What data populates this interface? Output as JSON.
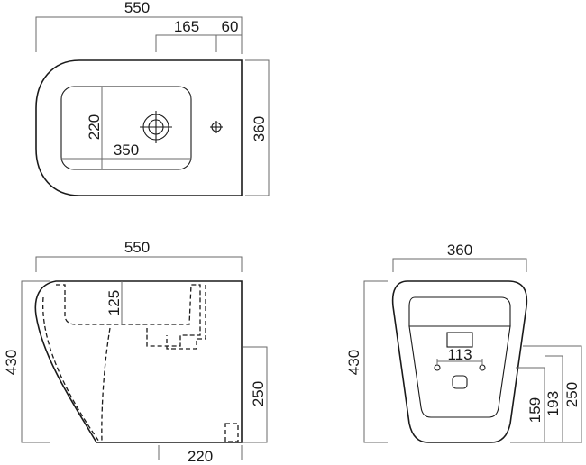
{
  "top_view": {
    "dims": {
      "width": "550",
      "tap_offset": "165",
      "tap_to_back": "60",
      "depth": "360",
      "bowl_width": "220",
      "bowl_length": "350"
    }
  },
  "side_view": {
    "dims": {
      "width": "550",
      "height": "430",
      "bowl_depth": "125",
      "outlet_height": "250",
      "outlet_distance": "220"
    }
  },
  "back_view": {
    "dims": {
      "width": "360",
      "height": "430",
      "inlet_width": "113",
      "fixing_159": "159",
      "fixing_193": "193",
      "fixing_250": "250"
    }
  },
  "colors": {
    "line": "#1a1a1a",
    "dim_line": "#6a6a6a",
    "background": "#ffffff"
  }
}
